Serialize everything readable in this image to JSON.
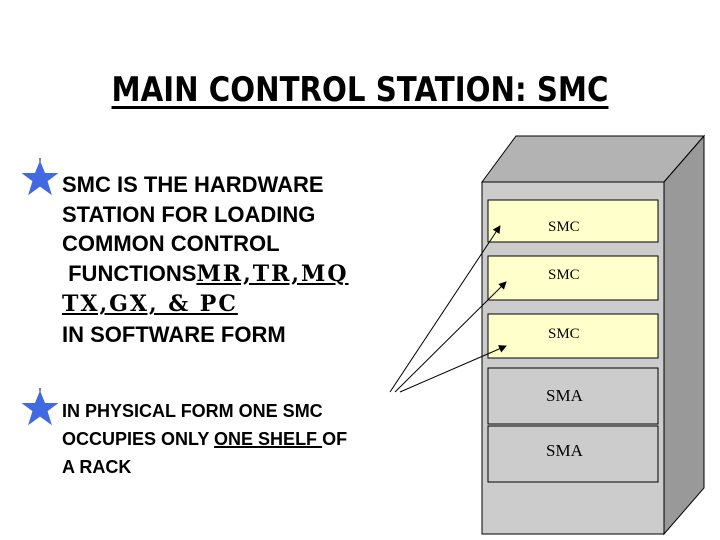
{
  "title": "MAIN CONTROL STATION: SMC",
  "bullet1": {
    "line1": "SMC IS THE  HARDWARE",
    "line2": "STATION FOR LOADING",
    "line3": "COMMON CONTROL",
    "line4_prefix": " FUNCTIONS",
    "line4_underlined": "MR,TR,MQ",
    "line5_underlined": "TX,GX, & PC",
    "line6": "IN SOFTWARE  FORM"
  },
  "bullet2": {
    "line1": "IN PHYSICAL FORM  ONE SMC",
    "line2_prefix": "OCCUPIES ONLY ",
    "line2_underlined": "ONE SHELF ",
    "line2_suffix": "OF",
    "line3": "A RACK"
  },
  "rack": {
    "shelves": [
      "SMC",
      "SMC",
      "SMC",
      "SMA",
      "SMA"
    ]
  },
  "colors": {
    "star": "#4169e1",
    "smc_shelf": "#ffffcc",
    "sma_shelf": "#cccccc",
    "rack_front": "#cccccc",
    "rack_side": "#999999",
    "rack_top": "#b3b3b3"
  }
}
